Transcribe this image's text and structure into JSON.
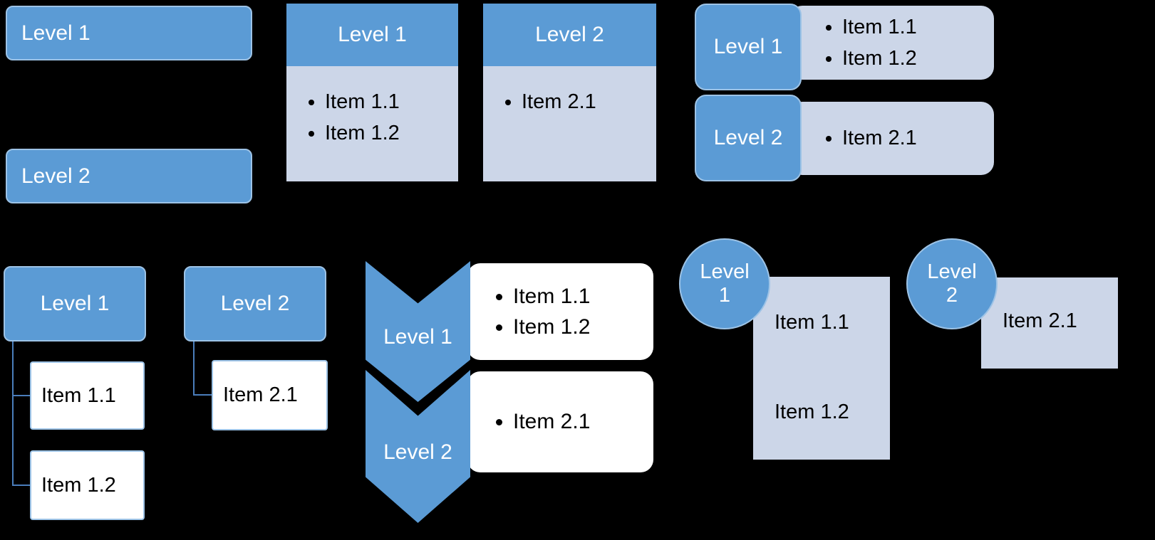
{
  "colors": {
    "background": "#000000",
    "shape_blue": "#5b9bd5",
    "shape_blue_border": "#9dc3e6",
    "shape_light": "#ccd6e8",
    "shape_white": "#ffffff",
    "connector_blue": "#4a7dbb",
    "text_on_blue": "#ffffff",
    "text_on_light": "#000000"
  },
  "diagrams": {
    "stacked_bars": {
      "bars": [
        {
          "label": "Level 1"
        },
        {
          "label": "Level 2"
        }
      ]
    },
    "two_columns": {
      "groups": [
        {
          "header": "Level 1",
          "items": [
            "Item 1.1",
            "Item 1.2"
          ]
        },
        {
          "header": "Level 2",
          "items": [
            "Item 2.1"
          ]
        }
      ]
    },
    "two_rows": {
      "groups": [
        {
          "header": "Level 1",
          "items": [
            "Item 1.1",
            "Item 1.2"
          ]
        },
        {
          "header": "Level 2",
          "items": [
            "Item 2.1"
          ]
        }
      ]
    },
    "hierarchy": {
      "groups": [
        {
          "header": "Level 1",
          "items": [
            "Item 1.1",
            "Item 1.2"
          ]
        },
        {
          "header": "Level 2",
          "items": [
            "Item 2.1"
          ]
        }
      ]
    },
    "chevron_list": {
      "groups": [
        {
          "header": "Level 1",
          "items": [
            "Item 1.1",
            "Item 1.2"
          ]
        },
        {
          "header": "Level 2",
          "items": [
            "Item 2.1"
          ]
        }
      ]
    },
    "circle_list": {
      "groups": [
        {
          "header_line1": "Level",
          "header_line2": "1",
          "items": [
            "Item 1.1",
            "Item 1.2"
          ]
        },
        {
          "header_line1": "Level",
          "header_line2": "2",
          "items": [
            "Item 2.1"
          ]
        }
      ]
    }
  }
}
